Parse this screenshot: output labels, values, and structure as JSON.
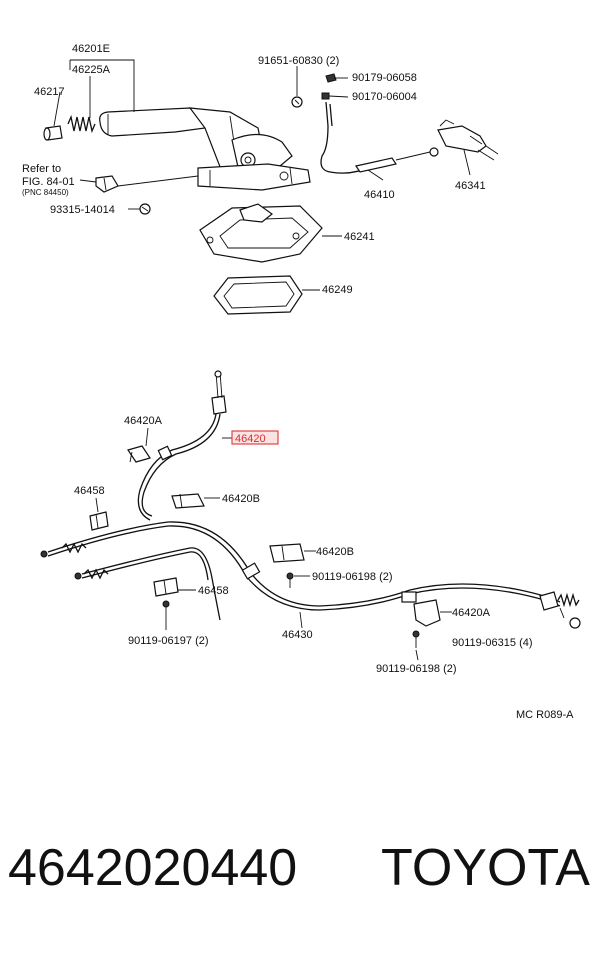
{
  "labels": {
    "l46201E": "46201E",
    "l46225A": "46225A",
    "l46217": "46217",
    "refer1": "Refer to",
    "refer2": "FIG. 84-01",
    "refer3": "(PNC 84450)",
    "l93315": "93315-14014",
    "l91651": "91651-60830 (2)",
    "l90179": "90179-06058",
    "l90170": "90170-06004",
    "l46410": "46410",
    "l46341": "46341",
    "l46241": "46241",
    "l46249": "46249",
    "l46420A_top": "46420A",
    "l46420": "46420",
    "l46458_top": "46458",
    "l46420B_1": "46420B",
    "l46420B_2": "46420B",
    "l90119_06198_a": "90119-06198 (2)",
    "l46458_bot": "46458",
    "l90119_06197": "90119-06197 (2)",
    "l46430": "46430",
    "l46420A_right": "46420A",
    "l90119_06315": "90119-06315 (4)",
    "l90119_06198_b": "90119-06198 (2)",
    "code": "MC R089-A"
  },
  "footer": {
    "part_number": "4642020440",
    "brand": "TOYOTA"
  },
  "colors": {
    "highlight": "#e04545"
  }
}
